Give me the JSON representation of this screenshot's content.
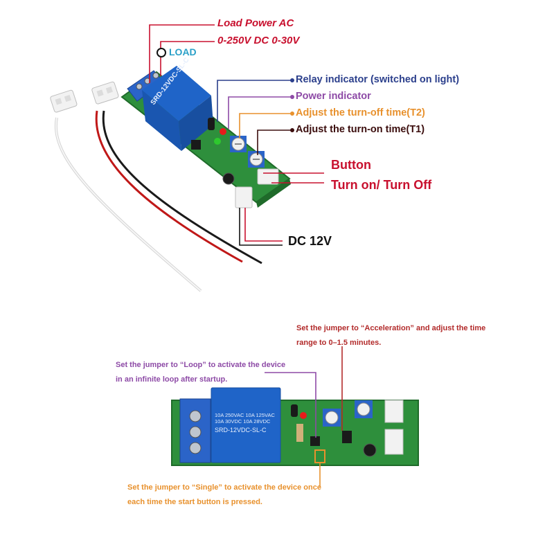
{
  "labels": {
    "load_power_ac": "Load Power AC",
    "load_voltage_range": "0-250V DC 0-30V",
    "load": "LOAD",
    "relay_indicator": "Relay indicator (switched on light)",
    "power_indicator": "Power indicator",
    "turn_off_time": "Adjust the turn-off time(T2)",
    "turn_on_time": "Adjust the turn-on time(T1)",
    "button": "Button",
    "turn_on_off": "Turn on/ Turn Off",
    "dc_12v": "DC 12V"
  },
  "notes": {
    "acceleration": "Set the jumper to “Acceleration” and adjust the time range to 0–1.5 minutes.",
    "loop": "Set the jumper to “Loop” to activate the device in an infinite loop after startup.",
    "single": "Set the jumper to “Single” to activate the device once each time the start button is pressed."
  },
  "relay_text": {
    "rating_line1": "10A 250VAC  10A 125VAC",
    "rating_line2": "10A 30VDC  10A 28VDC",
    "model": "SRD-12VDC-SL-C",
    "model_short": "SRD-12VDC-SL-C"
  },
  "colors": {
    "red": "#c8102e",
    "navy": "#2b3f8c",
    "purple": "#8d4aa6",
    "orange": "#e8912d",
    "dark": "#3b0d0d",
    "cyan": "#2aa0c8",
    "pcb_green": "#2e8f3c",
    "relay_blue": "#1f64c8"
  }
}
